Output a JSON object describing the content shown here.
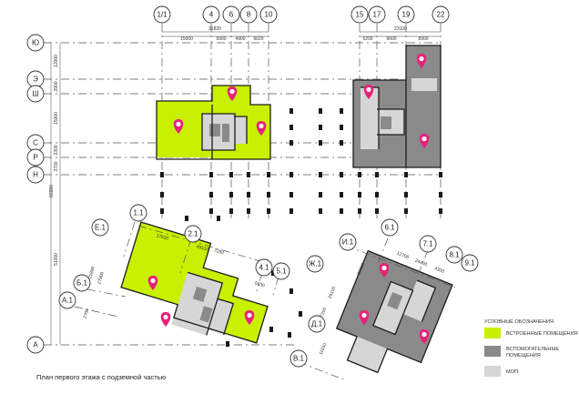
{
  "caption": "План первого этажа с подземной частью",
  "axes_top": [
    "1/1",
    "4",
    "6",
    "8",
    "10",
    "15",
    "17",
    "19",
    "22"
  ],
  "axes_left": [
    "Ю",
    "Э",
    "Ш",
    "С",
    "Р",
    "Н",
    "А"
  ],
  "axes_rot_left": [
    "Е.1",
    "Б.1",
    "А.1"
  ],
  "axes_rot_top": [
    "1.1",
    "2.1",
    "4.1",
    "5.1"
  ],
  "axes_right_bldg": [
    "И.1",
    "Ж.1",
    "Д.1",
    "В.1",
    "6.1",
    "7.1",
    "8.1",
    "9.1"
  ],
  "dims": {
    "top_left_total": "31820",
    "top_left_parts": [
      "15000",
      "5900",
      "4900",
      "6020"
    ],
    "top_right_total": "23100",
    "top_right_parts": [
      "5200",
      "9000",
      "8900"
    ],
    "left_total": "86980",
    "left_parts": [
      "12000",
      "3900",
      "15000",
      "3300",
      "3700",
      "51000"
    ],
    "rot_a": [
      "17630",
      "45510",
      "7250",
      "5630"
    ],
    "rot_a_side": [
      "21800",
      "27900",
      "2700"
    ],
    "rot_b": [
      "12700",
      "24400",
      "4300"
    ],
    "rot_b_side": [
      "22000",
      "26100",
      "37200",
      "11650"
    ]
  },
  "legend": {
    "title": "УСЛОВНЫЕ ОБОЗНАЧЕНИЯ",
    "items": [
      {
        "label": "ВСТРОЕННЫЕ ПОМЕЩЕНИЯ",
        "color": "#c8f000"
      },
      {
        "label": "ВСПОМОГАТЕЛЬНЫЕ ПОМЕЩЕНИЯ",
        "color": "#8a8a8a"
      },
      {
        "label": "МОП",
        "color": "#d6d6d6"
      }
    ]
  },
  "colors": {
    "built_in": "#c8f000",
    "auxiliary": "#8a8a8a",
    "common": "#d6d6d6",
    "marker": "#e8217a"
  }
}
